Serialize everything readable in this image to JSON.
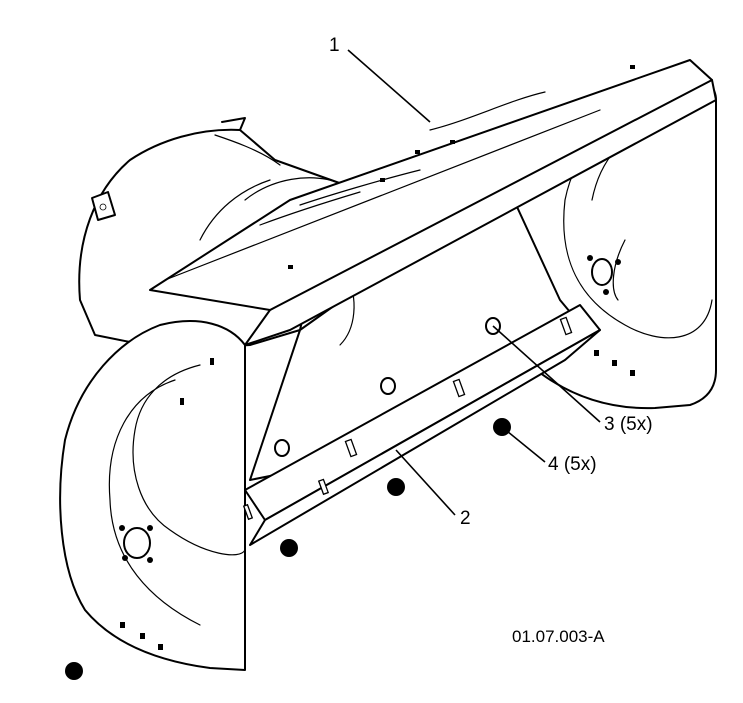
{
  "callouts": {
    "c1": "1",
    "c2": "2",
    "c3": "3 (5x)",
    "c4": "4 (5x)"
  },
  "reference_code": "01.07.003-A"
}
